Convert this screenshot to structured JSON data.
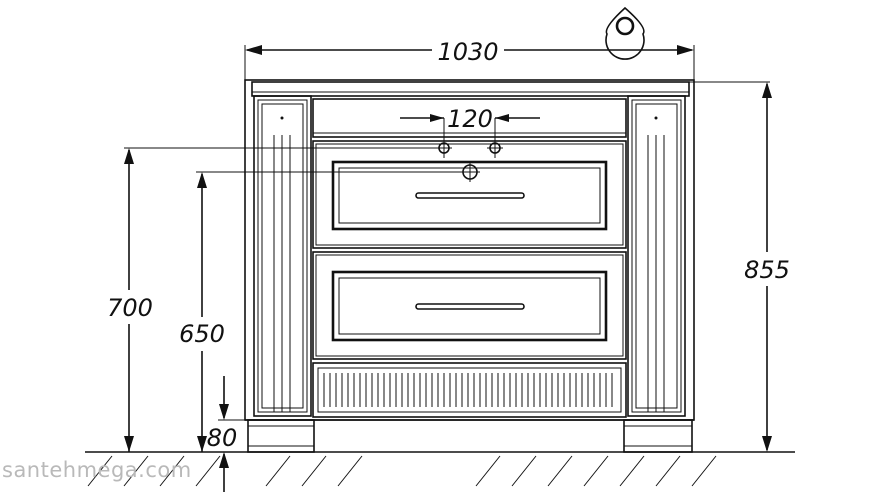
{
  "dimensions": {
    "overall_width": "1030",
    "tap_spacing": "120",
    "total_height": "855",
    "tap_height": "700",
    "drain_height": "650",
    "plinth_height": "80"
  },
  "watermark": "santehmega.com",
  "icons": {
    "top_symbol": "washbasin-symbol-icon"
  }
}
